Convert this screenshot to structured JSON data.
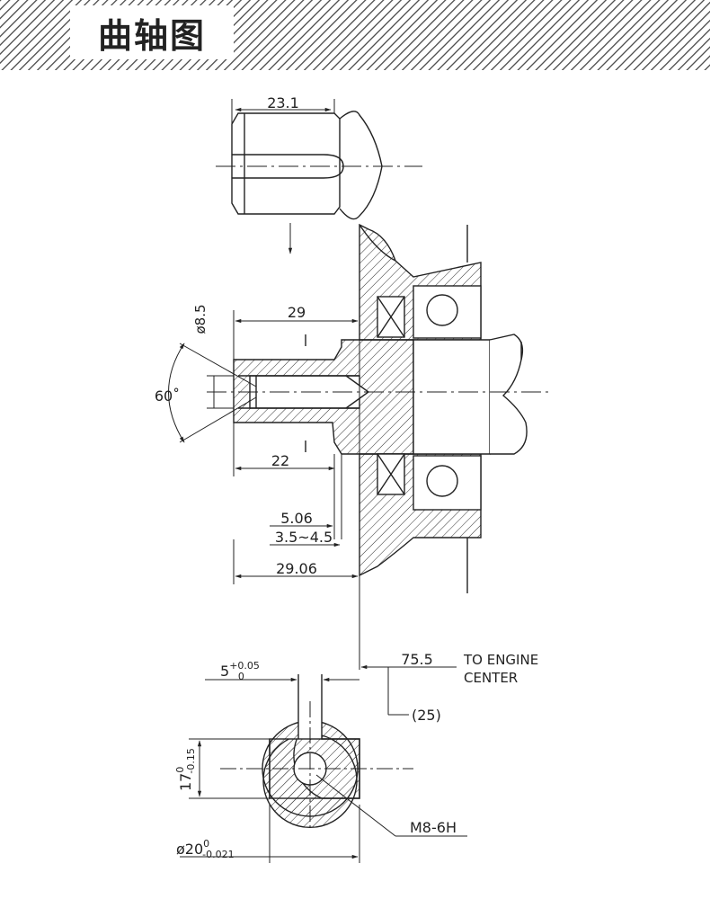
{
  "header": {
    "title": "曲轴图"
  },
  "dimensions": {
    "shaft_length": "23.1",
    "thread_length": "29",
    "thread_diameter": "ø8.5",
    "angle": "60˚",
    "hole_depth": "22",
    "offset_a": "5.06",
    "offset_b": "3.5~4.5",
    "shaft_overall": "29.06",
    "to_center_value": "75.5",
    "to_center_line1": "TO ENGINE",
    "to_center_line2": "CENTER",
    "ref_value": "(25)",
    "key_width": "5",
    "key_width_tol_upper": "+0.05",
    "key_width_tol_lower": "0",
    "flat_width": "17",
    "flat_width_tol_upper": "0",
    "flat_width_tol_lower": "-0.15",
    "shaft_diameter": "ø20",
    "shaft_diameter_tol_upper": "0",
    "shaft_diameter_tol_lower": "-0.021",
    "thread_spec": "M8-6H"
  }
}
